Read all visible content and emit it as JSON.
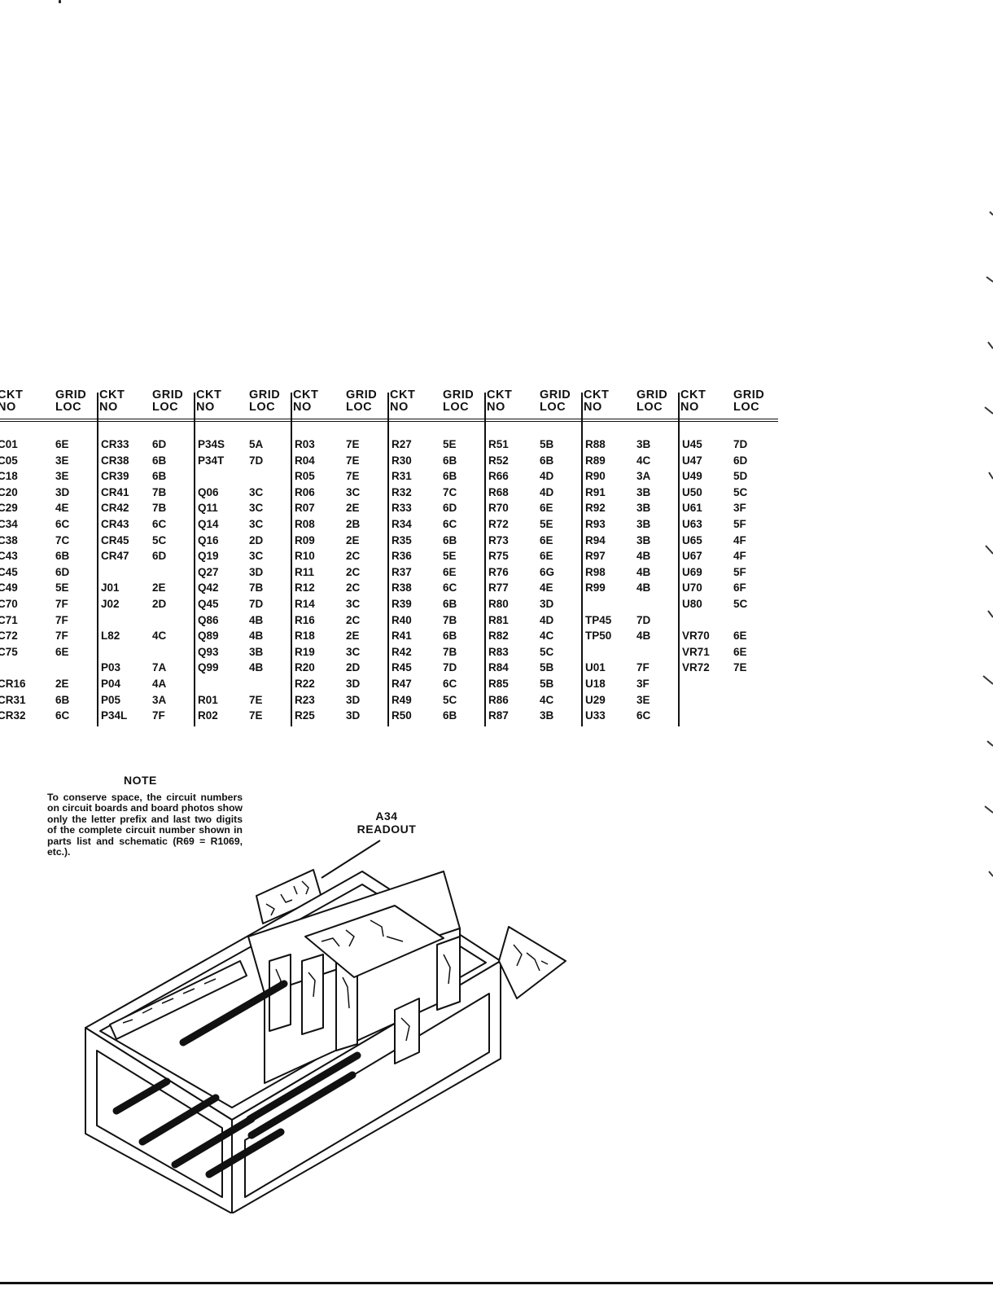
{
  "table": {
    "header": {
      "ckt_line1": "CKT",
      "ckt_line2": "NO",
      "grid_line1": "GRID",
      "grid_line2": "LOC"
    },
    "columns": [
      {
        "rows": [
          {
            "ckt": "C01",
            "loc": "6E"
          },
          {
            "ckt": "C05",
            "loc": "3E"
          },
          {
            "ckt": "C18",
            "loc": "3E"
          },
          {
            "ckt": "C20",
            "loc": "3D"
          },
          {
            "ckt": "C29",
            "loc": "4E"
          },
          {
            "ckt": "C34",
            "loc": "6C"
          },
          {
            "ckt": "C38",
            "loc": "7C"
          },
          {
            "ckt": "C43",
            "loc": "6B"
          },
          {
            "ckt": "C45",
            "loc": "6D"
          },
          {
            "ckt": "C49",
            "loc": "5E"
          },
          {
            "ckt": "C70",
            "loc": "7F"
          },
          {
            "ckt": "C71",
            "loc": "7F"
          },
          {
            "ckt": "C72",
            "loc": "7F"
          },
          {
            "ckt": "C75",
            "loc": "6E"
          },
          {
            "ckt": "",
            "loc": ""
          },
          {
            "ckt": "CR16",
            "loc": "2E"
          },
          {
            "ckt": "CR31",
            "loc": "6B"
          },
          {
            "ckt": "CR32",
            "loc": "6C"
          }
        ]
      },
      {
        "rows": [
          {
            "ckt": "CR33",
            "loc": "6D"
          },
          {
            "ckt": "CR38",
            "loc": "6B"
          },
          {
            "ckt": "CR39",
            "loc": "6B"
          },
          {
            "ckt": "CR41",
            "loc": "7B"
          },
          {
            "ckt": "CR42",
            "loc": "7B"
          },
          {
            "ckt": "CR43",
            "loc": "6C"
          },
          {
            "ckt": "CR45",
            "loc": "5C"
          },
          {
            "ckt": "CR47",
            "loc": "6D"
          },
          {
            "ckt": "",
            "loc": ""
          },
          {
            "ckt": "J01",
            "loc": "2E"
          },
          {
            "ckt": "J02",
            "loc": "2D"
          },
          {
            "ckt": "",
            "loc": ""
          },
          {
            "ckt": "L82",
            "loc": "4C"
          },
          {
            "ckt": "",
            "loc": ""
          },
          {
            "ckt": "P03",
            "loc": "7A"
          },
          {
            "ckt": "P04",
            "loc": "4A"
          },
          {
            "ckt": "P05",
            "loc": "3A"
          },
          {
            "ckt": "P34L",
            "loc": "7F"
          }
        ]
      },
      {
        "rows": [
          {
            "ckt": "P34S",
            "loc": "5A"
          },
          {
            "ckt": "P34T",
            "loc": "7D"
          },
          {
            "ckt": "",
            "loc": ""
          },
          {
            "ckt": "Q06",
            "loc": "3C"
          },
          {
            "ckt": "Q11",
            "loc": "3C"
          },
          {
            "ckt": "Q14",
            "loc": "3C"
          },
          {
            "ckt": "Q16",
            "loc": "2D"
          },
          {
            "ckt": "Q19",
            "loc": "3C"
          },
          {
            "ckt": "Q27",
            "loc": "3D"
          },
          {
            "ckt": "Q42",
            "loc": "7B"
          },
          {
            "ckt": "Q45",
            "loc": "7D"
          },
          {
            "ckt": "Q86",
            "loc": "4B"
          },
          {
            "ckt": "Q89",
            "loc": "4B"
          },
          {
            "ckt": "Q93",
            "loc": "3B"
          },
          {
            "ckt": "Q99",
            "loc": "4B"
          },
          {
            "ckt": "",
            "loc": ""
          },
          {
            "ckt": "R01",
            "loc": "7E"
          },
          {
            "ckt": "R02",
            "loc": "7E"
          }
        ]
      },
      {
        "rows": [
          {
            "ckt": "R03",
            "loc": "7E"
          },
          {
            "ckt": "R04",
            "loc": "7E"
          },
          {
            "ckt": "R05",
            "loc": "7E"
          },
          {
            "ckt": "R06",
            "loc": "3C"
          },
          {
            "ckt": "R07",
            "loc": "2E"
          },
          {
            "ckt": "R08",
            "loc": "2B"
          },
          {
            "ckt": "R09",
            "loc": "2E"
          },
          {
            "ckt": "R10",
            "loc": "2C"
          },
          {
            "ckt": "R11",
            "loc": "2C"
          },
          {
            "ckt": "R12",
            "loc": "2C"
          },
          {
            "ckt": "R14",
            "loc": "3C"
          },
          {
            "ckt": "R16",
            "loc": "2C"
          },
          {
            "ckt": "R18",
            "loc": "2E"
          },
          {
            "ckt": "R19",
            "loc": "3C"
          },
          {
            "ckt": "R20",
            "loc": "2D"
          },
          {
            "ckt": "R22",
            "loc": "3D"
          },
          {
            "ckt": "R23",
            "loc": "3D"
          },
          {
            "ckt": "R25",
            "loc": "3D"
          }
        ]
      },
      {
        "rows": [
          {
            "ckt": "R27",
            "loc": "5E"
          },
          {
            "ckt": "R30",
            "loc": "6B"
          },
          {
            "ckt": "R31",
            "loc": "6B"
          },
          {
            "ckt": "R32",
            "loc": "7C"
          },
          {
            "ckt": "R33",
            "loc": "6D"
          },
          {
            "ckt": "R34",
            "loc": "6C"
          },
          {
            "ckt": "R35",
            "loc": "6B"
          },
          {
            "ckt": "R36",
            "loc": "5E"
          },
          {
            "ckt": "R37",
            "loc": "6E"
          },
          {
            "ckt": "R38",
            "loc": "6C"
          },
          {
            "ckt": "R39",
            "loc": "6B"
          },
          {
            "ckt": "R40",
            "loc": "7B"
          },
          {
            "ckt": "R41",
            "loc": "6B"
          },
          {
            "ckt": "R42",
            "loc": "7B"
          },
          {
            "ckt": "R45",
            "loc": "7D"
          },
          {
            "ckt": "R47",
            "loc": "6C"
          },
          {
            "ckt": "R49",
            "loc": "5C"
          },
          {
            "ckt": "R50",
            "loc": "6B"
          }
        ]
      },
      {
        "rows": [
          {
            "ckt": "R51",
            "loc": "5B"
          },
          {
            "ckt": "R52",
            "loc": "6B"
          },
          {
            "ckt": "R66",
            "loc": "4D"
          },
          {
            "ckt": "R68",
            "loc": "4D"
          },
          {
            "ckt": "R70",
            "loc": "6E"
          },
          {
            "ckt": "R72",
            "loc": "5E"
          },
          {
            "ckt": "R73",
            "loc": "6E"
          },
          {
            "ckt": "R75",
            "loc": "6E"
          },
          {
            "ckt": "R76",
            "loc": "6G"
          },
          {
            "ckt": "R77",
            "loc": "4E"
          },
          {
            "ckt": "R80",
            "loc": "3D"
          },
          {
            "ckt": "R81",
            "loc": "4D"
          },
          {
            "ckt": "R82",
            "loc": "4C"
          },
          {
            "ckt": "R83",
            "loc": "5C"
          },
          {
            "ckt": "R84",
            "loc": "5B"
          },
          {
            "ckt": "R85",
            "loc": "5B"
          },
          {
            "ckt": "R86",
            "loc": "4C"
          },
          {
            "ckt": "R87",
            "loc": "3B"
          }
        ]
      },
      {
        "rows": [
          {
            "ckt": "R88",
            "loc": "3B"
          },
          {
            "ckt": "R89",
            "loc": "4C"
          },
          {
            "ckt": "R90",
            "loc": "3A"
          },
          {
            "ckt": "R91",
            "loc": "3B"
          },
          {
            "ckt": "R92",
            "loc": "3B"
          },
          {
            "ckt": "R93",
            "loc": "3B"
          },
          {
            "ckt": "R94",
            "loc": "3B"
          },
          {
            "ckt": "R97",
            "loc": "4B"
          },
          {
            "ckt": "R98",
            "loc": "4B"
          },
          {
            "ckt": "R99",
            "loc": "4B"
          },
          {
            "ckt": "",
            "loc": ""
          },
          {
            "ckt": "TP45",
            "loc": "7D"
          },
          {
            "ckt": "TP50",
            "loc": "4B"
          },
          {
            "ckt": "",
            "loc": ""
          },
          {
            "ckt": "U01",
            "loc": "7F"
          },
          {
            "ckt": "U18",
            "loc": "3F"
          },
          {
            "ckt": "U29",
            "loc": "3E"
          },
          {
            "ckt": "U33",
            "loc": "6C"
          }
        ]
      },
      {
        "rows": [
          {
            "ckt": "U45",
            "loc": "7D"
          },
          {
            "ckt": "U47",
            "loc": "6D"
          },
          {
            "ckt": "U49",
            "loc": "5D"
          },
          {
            "ckt": "U50",
            "loc": "5C"
          },
          {
            "ckt": "U61",
            "loc": "3F"
          },
          {
            "ckt": "U63",
            "loc": "5F"
          },
          {
            "ckt": "U65",
            "loc": "4F"
          },
          {
            "ckt": "U67",
            "loc": "4F"
          },
          {
            "ckt": "U69",
            "loc": "5F"
          },
          {
            "ckt": "U70",
            "loc": "6F"
          },
          {
            "ckt": "U80",
            "loc": "5C"
          },
          {
            "ckt": "",
            "loc": ""
          },
          {
            "ckt": "VR70",
            "loc": "6E"
          },
          {
            "ckt": "VR71",
            "loc": "6E"
          },
          {
            "ckt": "VR72",
            "loc": "7E"
          },
          {
            "ckt": "",
            "loc": ""
          },
          {
            "ckt": "",
            "loc": ""
          },
          {
            "ckt": "",
            "loc": ""
          }
        ]
      }
    ]
  },
  "note": {
    "title": "NOTE",
    "text": "To conserve space, the circuit numbers on circuit boards and board photos show only the letter prefix and last two digits of the complete circuit number shown in parts list and schematic (R69 = R1069, etc.)."
  },
  "callout": {
    "line1": "A34",
    "line2": "READOUT"
  }
}
